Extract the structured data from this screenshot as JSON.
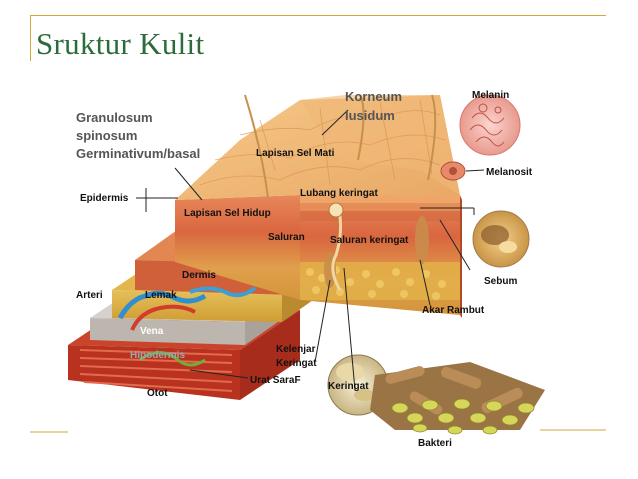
{
  "slide": {
    "title": "Sruktur Kulit"
  },
  "diagram": {
    "labels": {
      "granulosum": "Granulosum",
      "spinosum": "spinosum",
      "germinativum": "Germinativum/basal",
      "epidermis": "Epidermis",
      "korneum": "Korneum",
      "lusidum": "lusidum",
      "lapisan_sel_mati": "Lapisan Sel Mati",
      "lapisan_sel_hidup": "Lapisan Sel Hidup",
      "lubang_keringat": "Lubang keringat",
      "saluran": "Saluran",
      "saluran_keringat": "Saluran keringat",
      "melanin": "Melanin",
      "melanosit": "Melanosit",
      "sebum": "Sebum",
      "akar_rambut": "Akar Rambut",
      "dermis": "Dermis",
      "lemak": "Lemak",
      "arteri": "Arteri",
      "vena": "Vena",
      "hipodermis": "Hipodermis",
      "otot": "Otot",
      "kelenjar": "Kelenjar",
      "keringat_kelenjar": "Keringat",
      "urat_saraf": "Urat SaraF",
      "keringat": "Keringat",
      "bakteri": "Bakteri"
    }
  }
}
